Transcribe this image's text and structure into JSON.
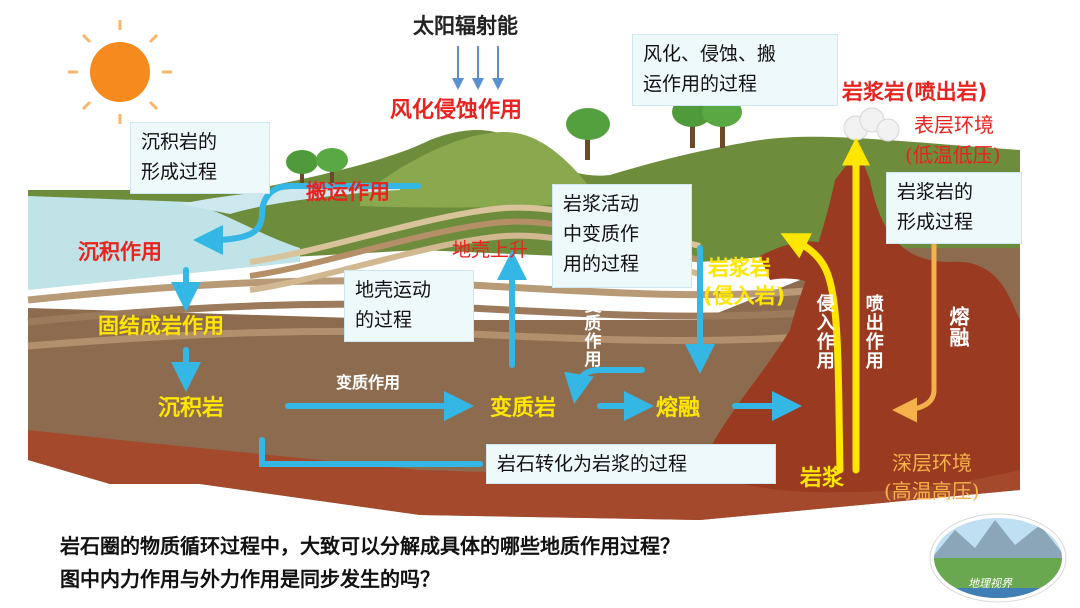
{
  "colors": {
    "process_arrow": "#35b7e6",
    "internal_arrow": "#ffe600",
    "melt_arrow": "#f5b24a",
    "label_red": "#e8231f",
    "label_yellow": "#ffe600"
  },
  "labels": {
    "solar_energy": "太阳辐射能",
    "weathering": "风化侵蚀作用",
    "transport": "搬运作用",
    "deposition": "沉积作用",
    "lithification": "固结成岩作用",
    "sedimentary_rock": "沉积岩",
    "metamorphism_horizontal": "变质作用",
    "metamorphic_rock": "变质岩",
    "melting": "熔融",
    "magma": "岩浆",
    "crust_uplift": "地壳上升",
    "metamorphism_vertical": "变质作用",
    "intrusive_rock_line1": "岩浆岩",
    "intrusive_rock_line2": "(侵入岩)",
    "intrusion": "侵入作用",
    "eruption": "喷出作用",
    "extrusive_rock": "岩浆岩(喷出岩)",
    "surface_env_line1": "表层环境",
    "surface_env_line2": "(低温低压)",
    "melting_vertical": "熔融",
    "deep_env_line1": "深层环境",
    "deep_env_line2": "(高温高压)"
  },
  "notes": {
    "sedimentary_formation_line1": "沉积岩的",
    "sedimentary_formation_line2": "形成过程",
    "weathering_process_line1": "风化、侵蚀、搬",
    "weathering_process_line2": "运作用的过程",
    "magmatic_line1": "岩浆活动",
    "magmatic_line2": "中变质作",
    "magmatic_line3": "用的过程",
    "crustal_line1": "地壳运动",
    "crustal_line2": "的过程",
    "igneous_formation_line1": "岩浆岩的",
    "igneous_formation_line2": "形成过程",
    "rock_to_magma": "岩石转化为岩浆的过程"
  },
  "questions": {
    "line1": "岩石圈的物质循环过程中，大致可以分解成具体的哪些地质作用过程？",
    "line2": "图中内力作用与外力作用是同步发生的吗？"
  },
  "logo": {
    "text": "地理视界"
  }
}
